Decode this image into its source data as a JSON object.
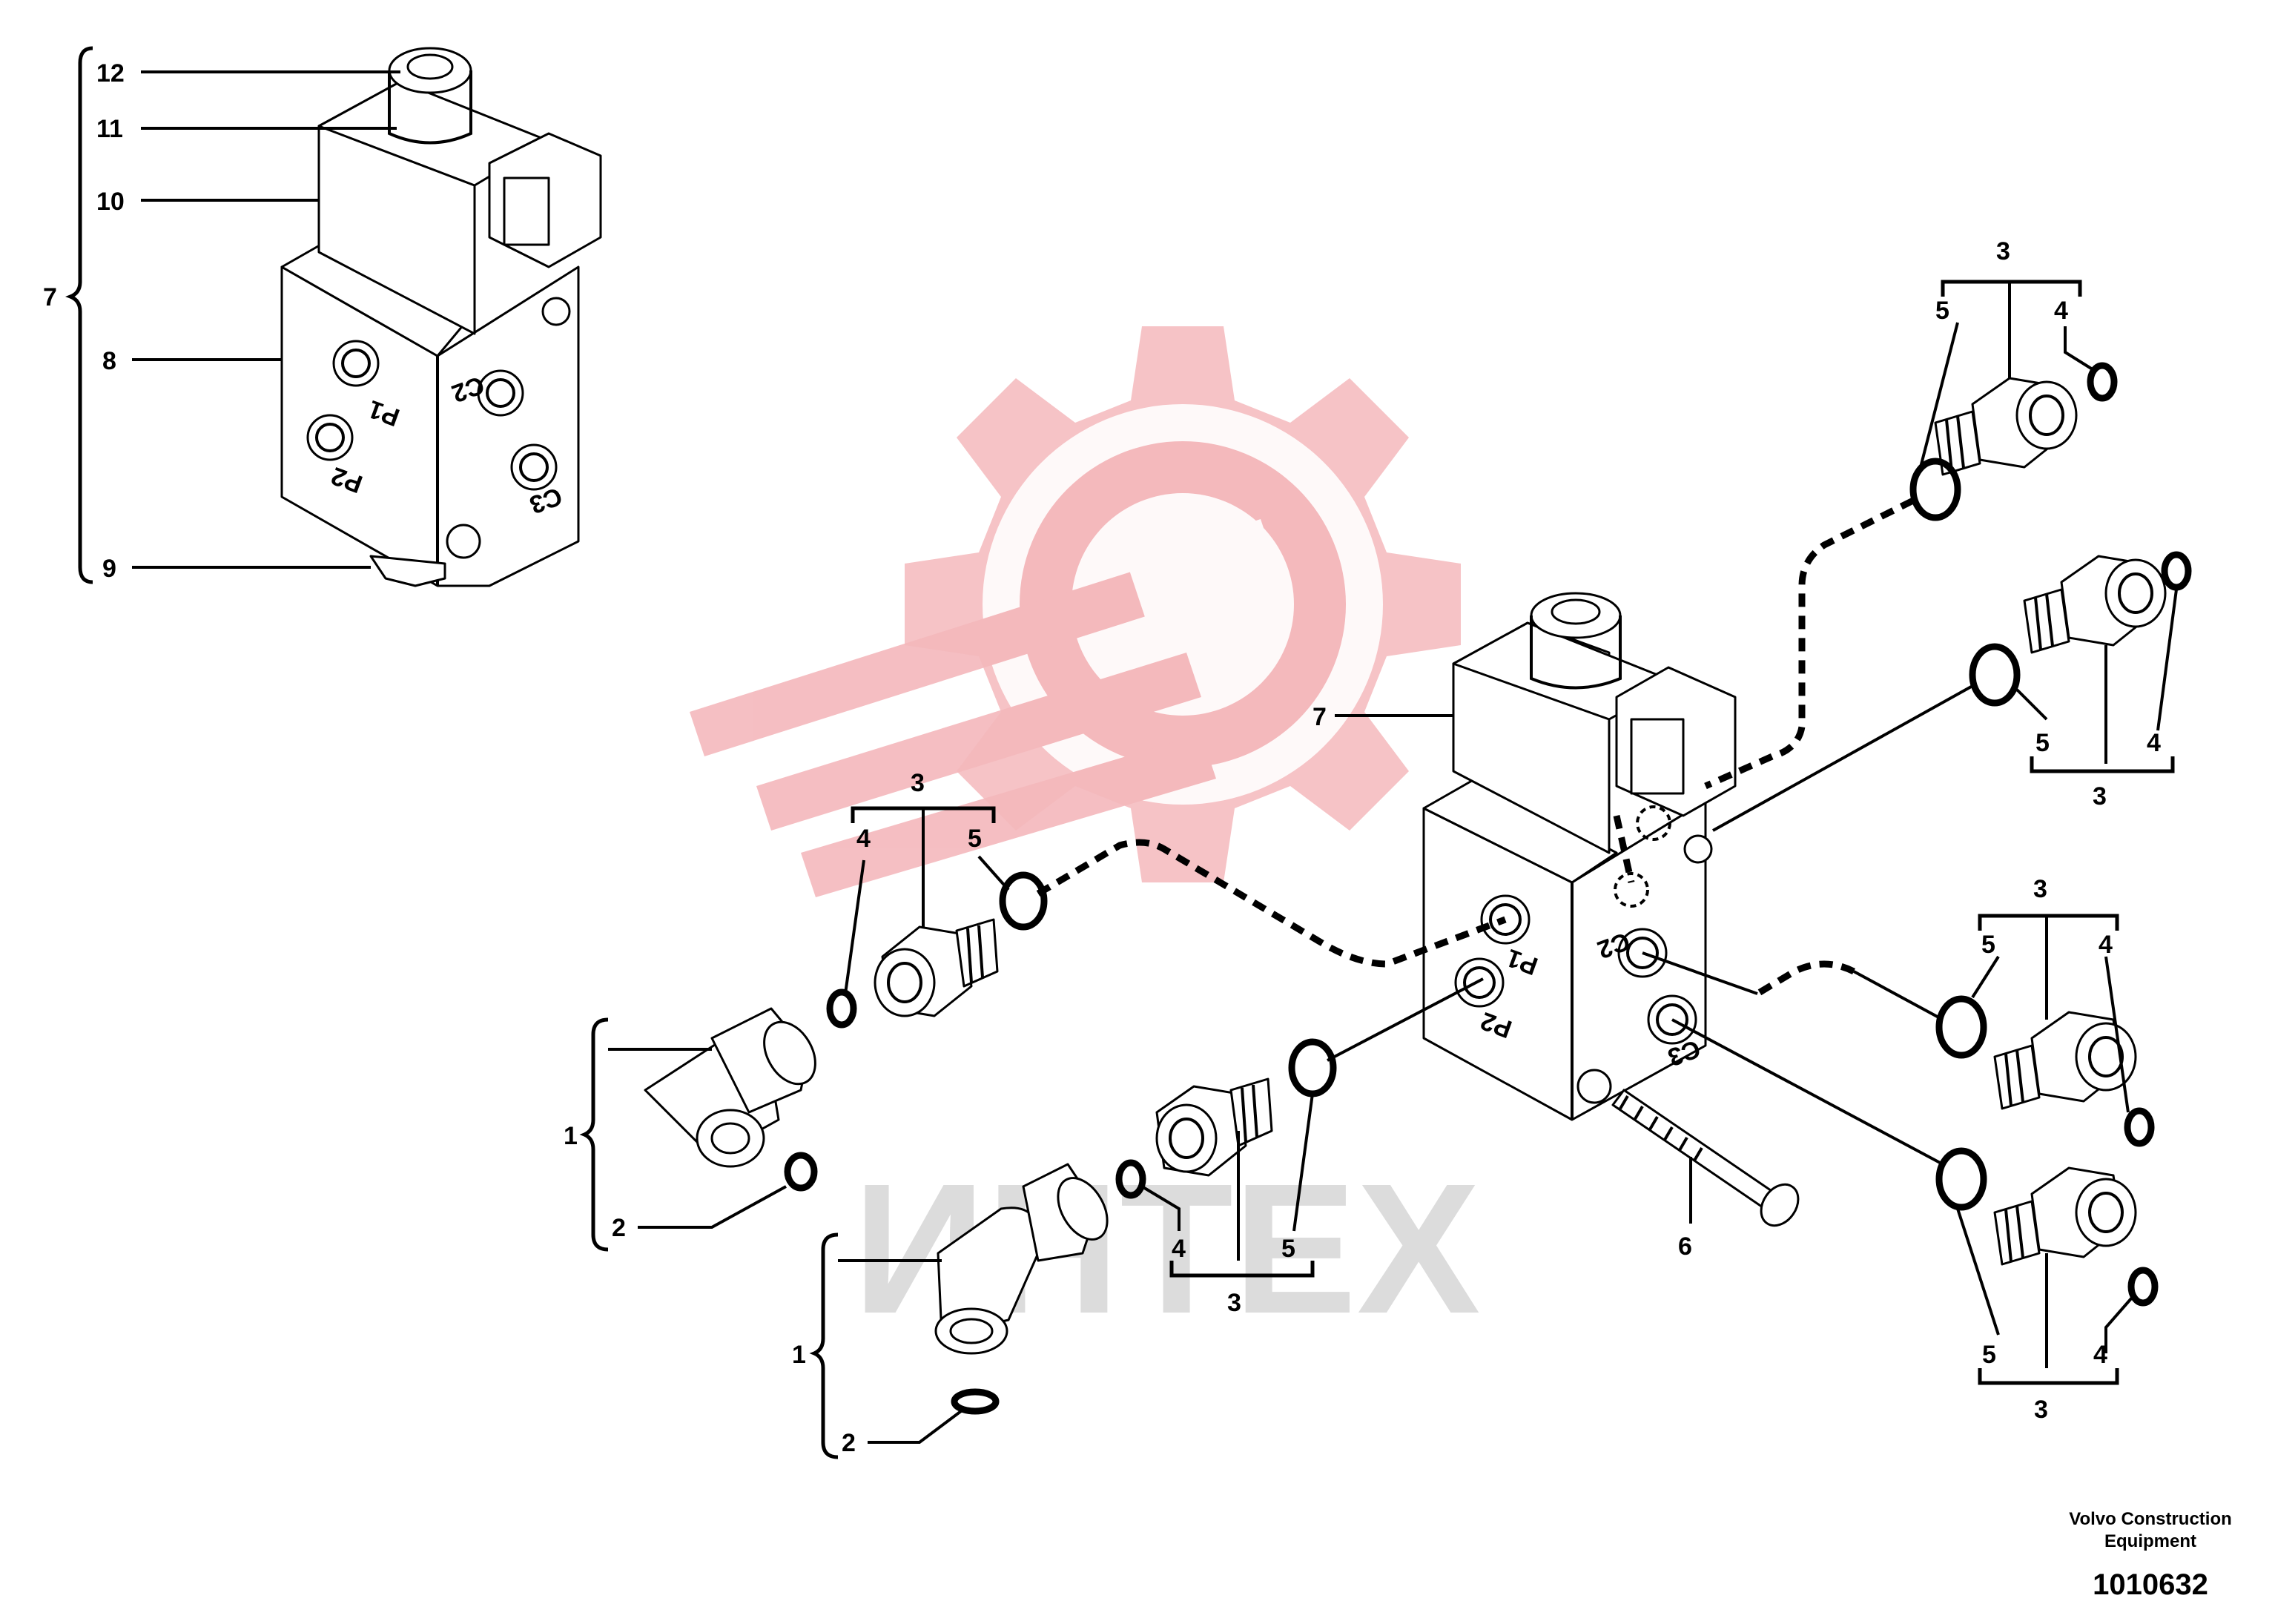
{
  "watermark": {
    "text": "ИНТЕХ",
    "logo_color": "#f4b8bc",
    "text_color": "#d9d9d9"
  },
  "labels": {
    "item_12": "12",
    "item_11": "11",
    "item_10": "10",
    "item_7_top": "7",
    "item_8": "8",
    "item_9": "9",
    "item_7_main": "7",
    "item_6": "6",
    "item_1_a": "1",
    "item_2_a": "2",
    "item_1_b": "1",
    "item_2_b": "2",
    "item_3_left_top": "3",
    "item_4_left_top": "4",
    "item_5_left_top": "5",
    "item_4_bottom": "4",
    "item_5_bottom": "5",
    "item_3_bottom": "3",
    "item_3_r1": "3",
    "item_5_r1": "5",
    "item_4_r1": "4",
    "item_5_r2": "5",
    "item_4_r2": "4",
    "item_3_r2": "3",
    "item_3_r3": "3",
    "item_5_r3": "5",
    "item_4_r3": "4",
    "item_5_r4": "5",
    "item_4_r4": "4",
    "item_3_r4": "3"
  },
  "port_marks": {
    "p1": "P1",
    "p2": "P2",
    "c2": "C2",
    "c3": "C3"
  },
  "footer": {
    "company_line1": "Volvo Construction",
    "company_line2": "Equipment",
    "drawing_number": "1010632"
  }
}
